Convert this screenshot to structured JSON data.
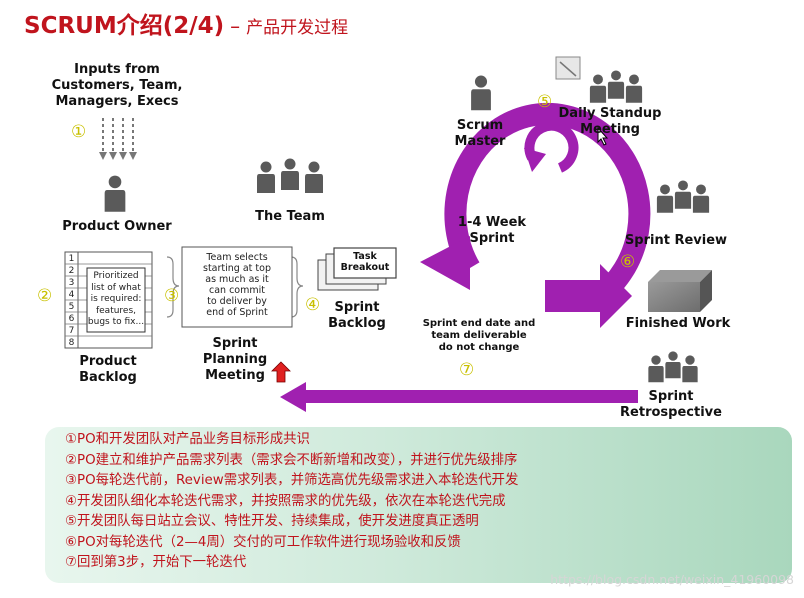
{
  "title": {
    "main": "SCRUM介绍(2/4)",
    "separator": "–",
    "subtitle": "产品开发过程"
  },
  "labels": {
    "inputs": [
      "Inputs from",
      "Customers, Team,",
      "Managers, Execs"
    ],
    "product_owner": "Product Owner",
    "the_team": "The Team",
    "scrum_master": [
      "Scrum",
      "Master"
    ],
    "daily_standup": [
      "Daily Standup",
      "Meeting"
    ],
    "cycle": [
      "1-4 Week",
      "Sprint"
    ],
    "sprint_review": "Sprint Review",
    "finished_work": "Finished Work",
    "product_backlog": [
      "Product",
      "Backlog"
    ],
    "backlog_note": [
      "Prioritized",
      "list of what",
      "is required:",
      "features,",
      "bugs to fix..."
    ],
    "planning_note": [
      "Team selects",
      "starting at top",
      "as much as it",
      "can commit",
      "to deliver by",
      "end of Sprint"
    ],
    "sprint_planning": [
      "Sprint",
      "Planning",
      "Meeting"
    ],
    "task_breakout": [
      "Task",
      "Breakout"
    ],
    "sprint_backlog": [
      "Sprint",
      "Backlog"
    ],
    "end_date_note": [
      "Sprint end date and",
      "team deliverable",
      "do not change"
    ],
    "retrospective": [
      "Sprint",
      "Retrospective"
    ],
    "backlog_rows": [
      "1",
      "2",
      "3",
      "4",
      "5",
      "6",
      "7",
      "8"
    ]
  },
  "markers": {
    "m1": "①",
    "m2": "②",
    "m3": "③",
    "m4": "④",
    "m5": "⑤",
    "m6": "⑥",
    "m7": "⑦"
  },
  "notes": [
    "①PO和开发团队对产品业务目标形成共识",
    "②PO建立和维护产品需求列表（需求会不断新增和改变），并进行优先级排序",
    "③PO每轮迭代前，Review需求列表，并筛选高优先级需求进入本轮迭代开发",
    "④开发团队细化本轮迭代需求，并按照需求的优先级，依次在本轮迭代完成",
    "⑤开发团队每日站立会议、特性开发、持续集成，使开发进度真正透明",
    "⑥PO对每轮迭代（2—4周）交付的可工作软件进行现场验收和反馈",
    "⑦回到第3步，开始下一轮迭代"
  ],
  "watermark": "https://blog.csdn.net/weixin_41960098",
  "colors": {
    "title": "#c0141d",
    "cycle": "#a020b0",
    "marker": "#c8c000",
    "person": "#5a5a5a"
  },
  "icons": [
    "person-icon",
    "down-arrow-icon",
    "up-arrow-icon",
    "cube-icon",
    "clock-icon"
  ]
}
